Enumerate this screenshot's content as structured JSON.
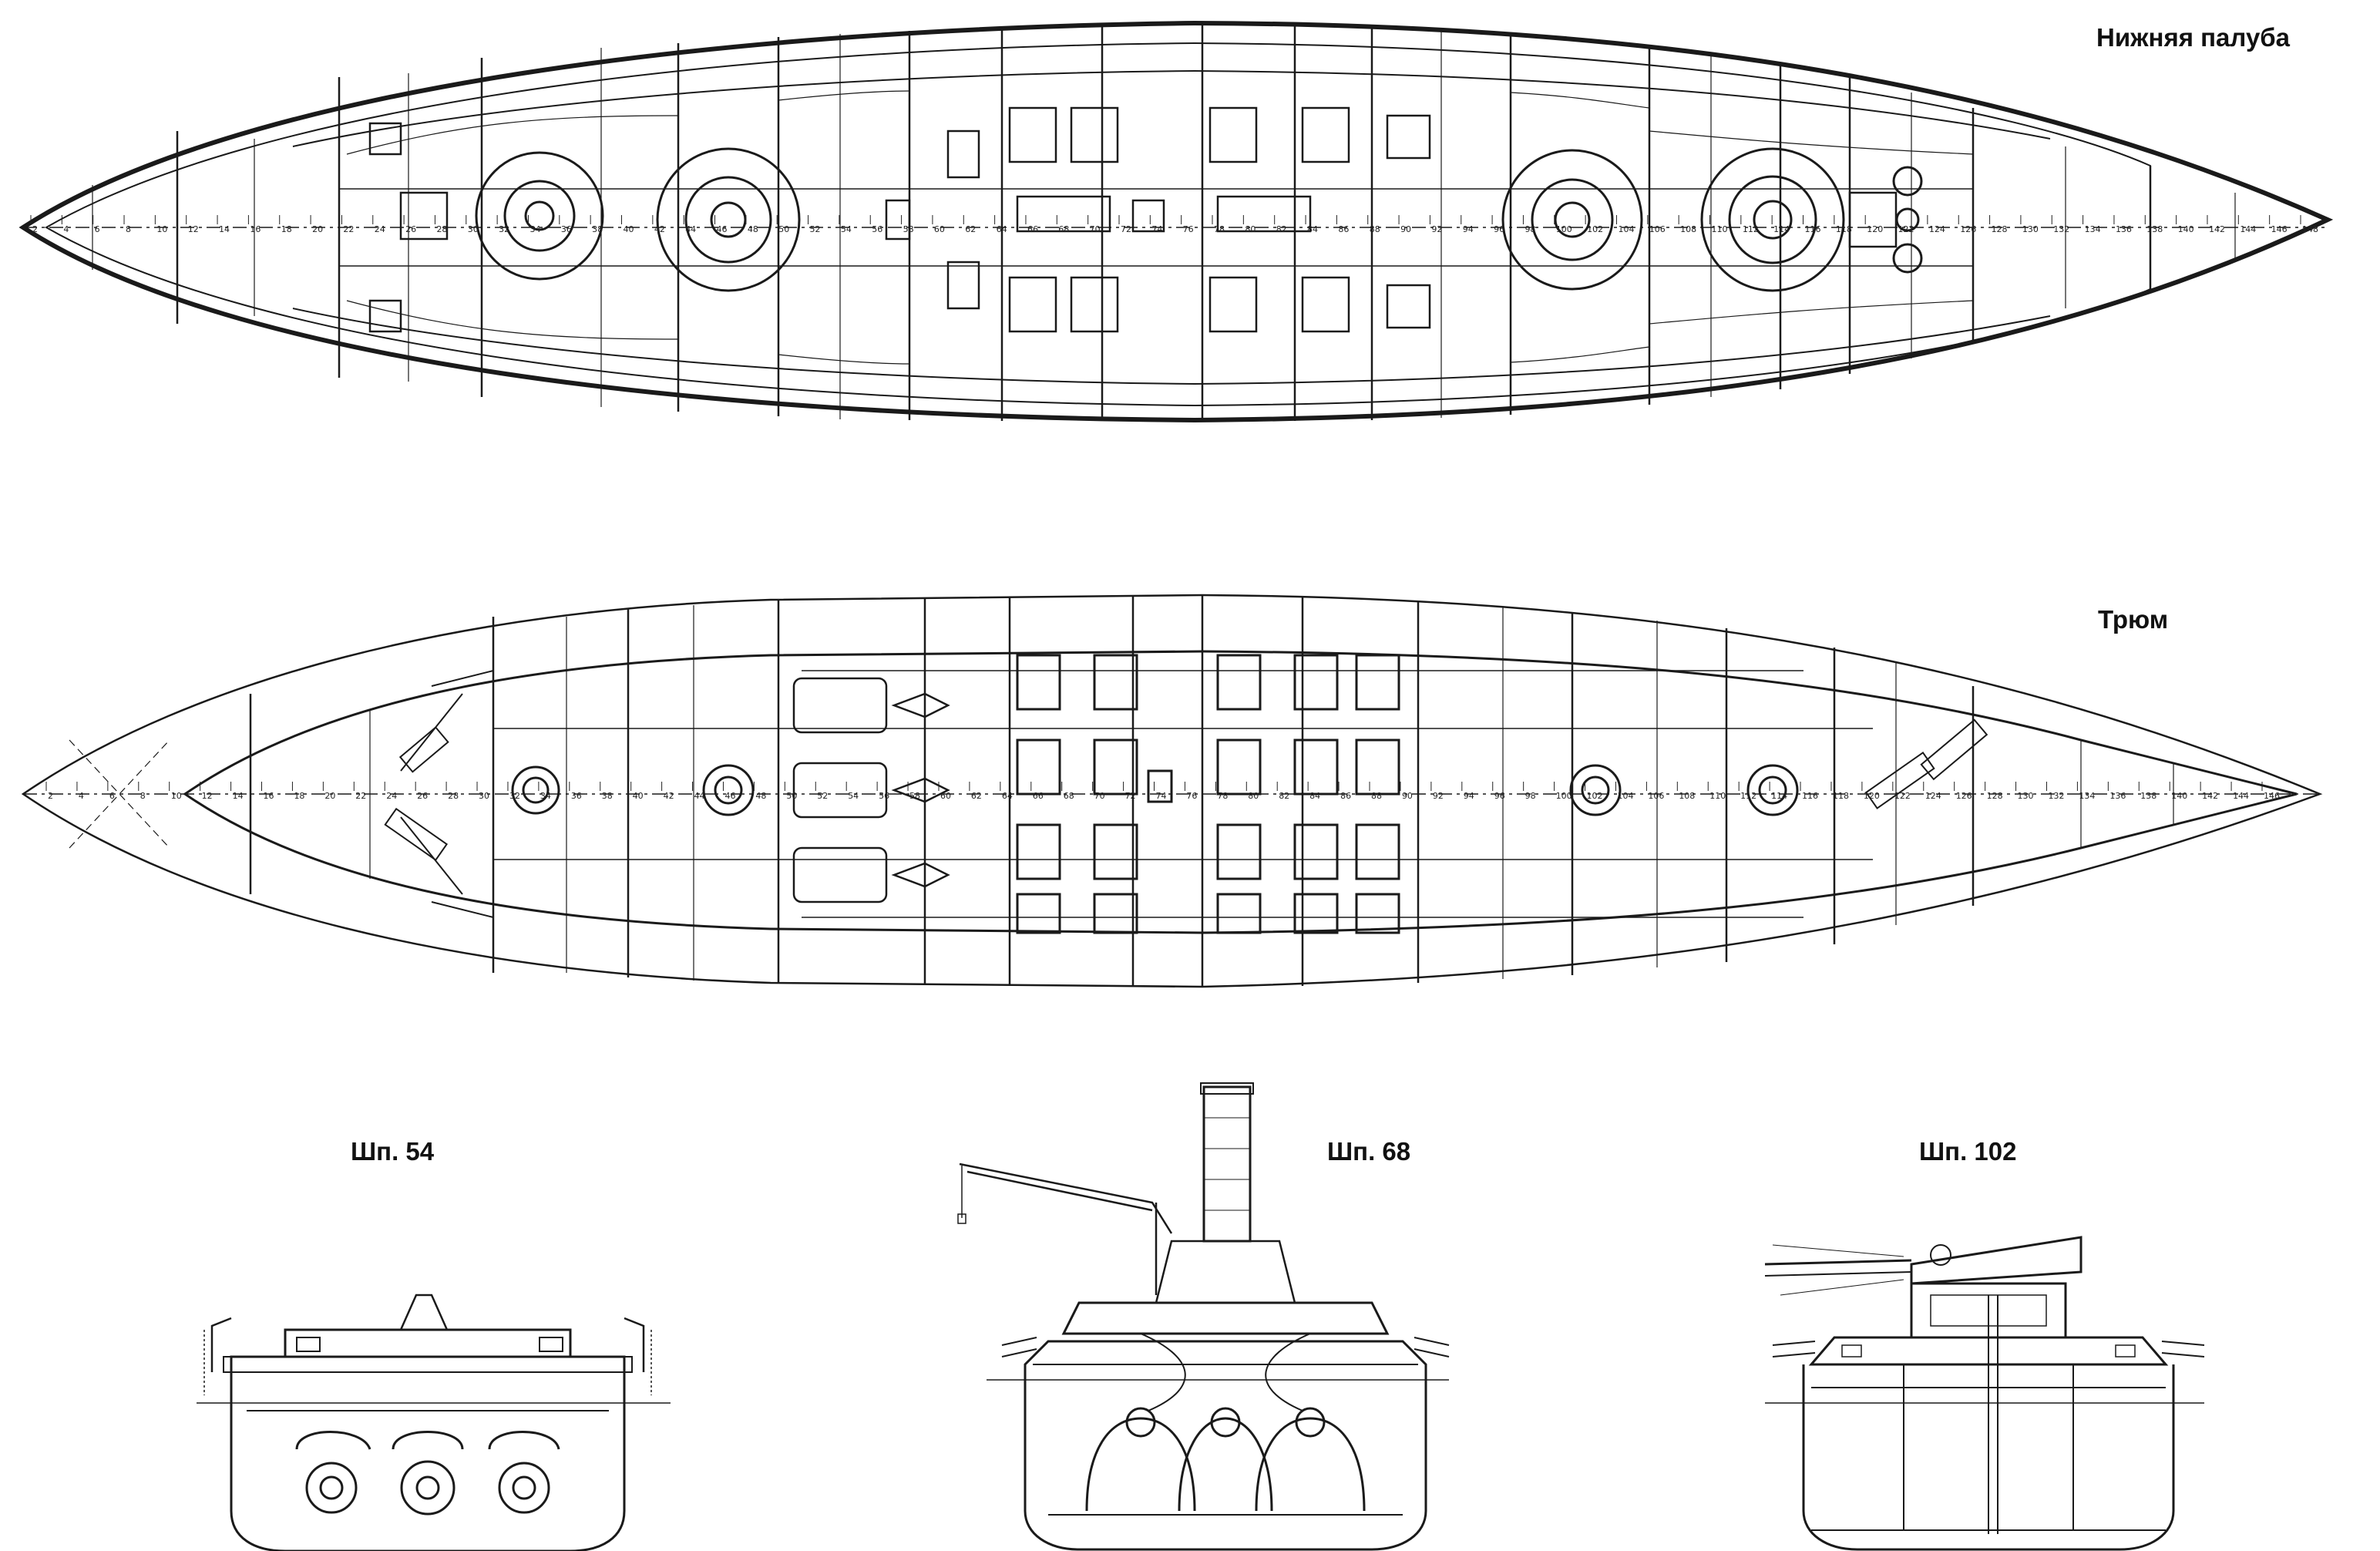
{
  "labels": {
    "lower_deck": "Нижняя палуба",
    "hold": "Трюм",
    "frame_54": "Шп. 54",
    "frame_68": "Шп. 68",
    "frame_102": "Шп. 102"
  },
  "frames": {
    "lower_deck": [
      "2",
      "4",
      "6",
      "8",
      "10",
      "12",
      "14",
      "16",
      "18",
      "20",
      "22",
      "24",
      "26",
      "28",
      "30",
      "32",
      "34",
      "36",
      "38",
      "40",
      "42",
      "44",
      "46",
      "48",
      "50",
      "52",
      "54",
      "56",
      "58",
      "60",
      "62",
      "64",
      "66",
      "68",
      "70",
      "72",
      "74",
      "76",
      "78",
      "80",
      "82",
      "84",
      "86",
      "88",
      "90",
      "92",
      "94",
      "96",
      "98",
      "100",
      "102",
      "104",
      "106",
      "108",
      "110",
      "112",
      "114",
      "116",
      "118",
      "120",
      "122",
      "124",
      "126",
      "128",
      "130",
      "132",
      "134",
      "136",
      "138",
      "140",
      "142",
      "144",
      "146",
      "148"
    ],
    "hold": [
      "2",
      "4",
      "6",
      "8",
      "10",
      "12",
      "14",
      "16",
      "18",
      "20",
      "22",
      "24",
      "26",
      "28",
      "30",
      "32",
      "34",
      "36",
      "38",
      "40",
      "42",
      "44",
      "46",
      "48",
      "50",
      "52",
      "54",
      "56",
      "58",
      "60",
      "62",
      "64",
      "66",
      "68",
      "70",
      "72",
      "74",
      "76",
      "78",
      "80",
      "82",
      "84",
      "86",
      "88",
      "90",
      "92",
      "94",
      "96",
      "98",
      "100",
      "102",
      "104",
      "106",
      "108",
      "110",
      "112",
      "114",
      "116",
      "118",
      "120",
      "122",
      "124",
      "126",
      "128",
      "130",
      "132",
      "134",
      "136",
      "138",
      "140",
      "142",
      "144",
      "146"
    ]
  }
}
